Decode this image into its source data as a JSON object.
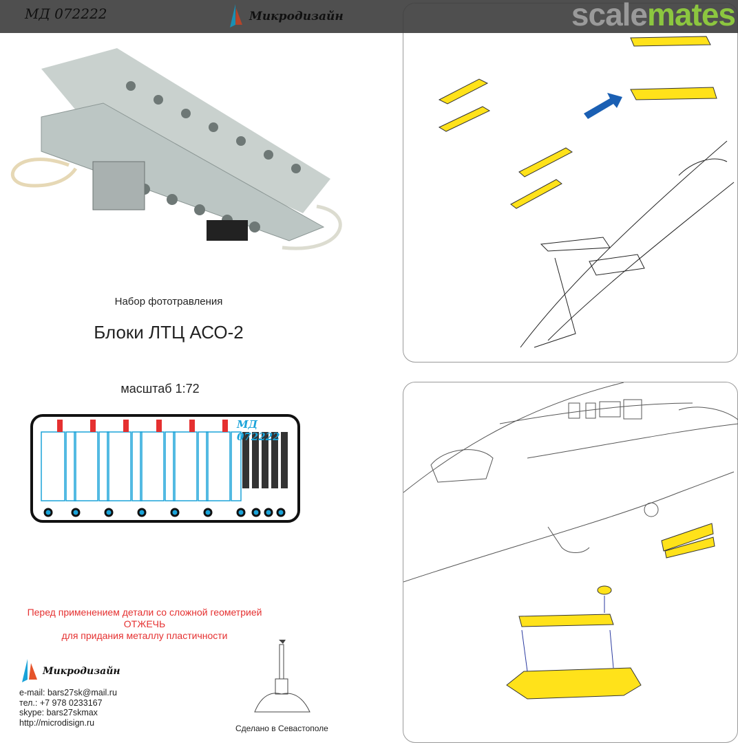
{
  "header": {
    "code": "МД 072222",
    "brand": "Микродизайн",
    "watermark_a": "scale",
    "watermark_b": "mates"
  },
  "left": {
    "subtitle": "Набор фототравления",
    "title": "Блоки ЛТЦ АСО-2",
    "scale": "масштаб 1:72",
    "fret_label": "МД 072222",
    "warning": [
      "Перед применением детали со сложной геометрией",
      "ОТЖЕЧЬ",
      "для придания металлу пластичности"
    ],
    "brand": "Микродизайн",
    "contacts": [
      "e-mail: bars27sk@mail.ru",
      "тел.: +7 978 0233167",
      "skype: bars27skmax",
      "http://microdisign.ru"
    ],
    "made_in": "Сделано в Севастополе"
  },
  "colors": {
    "accent": "#1aa3d9",
    "part": "#ffe21a",
    "warning": "#e53030"
  }
}
